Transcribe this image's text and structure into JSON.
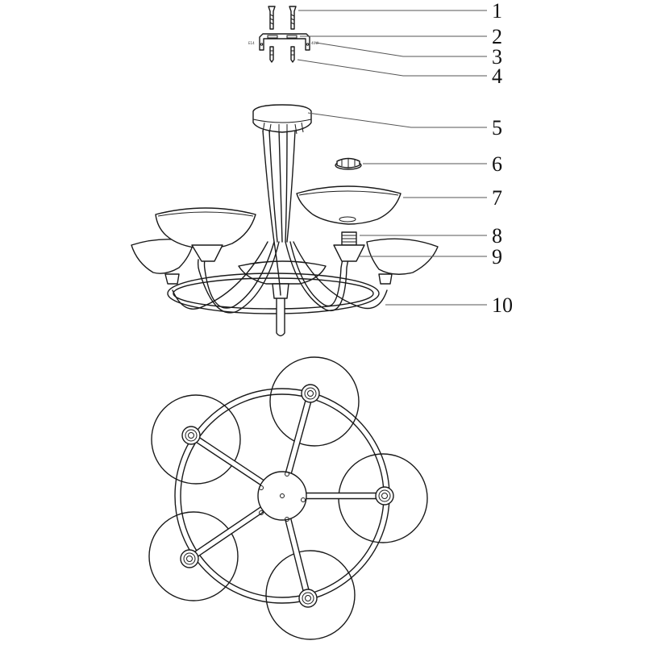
{
  "callouts": [
    {
      "label": "1",
      "part": "screw"
    },
    {
      "label": "2",
      "part": "mounting-bracket"
    },
    {
      "label": "3",
      "part": "bracket-screw"
    },
    {
      "label": "4",
      "part": "wall-plug"
    },
    {
      "label": "5",
      "part": "ceiling-canopy"
    },
    {
      "label": "6",
      "part": "shade-ring-nut"
    },
    {
      "label": "7",
      "part": "glass-shade"
    },
    {
      "label": "8",
      "part": "lamp-socket"
    },
    {
      "label": "9",
      "part": "socket-cup"
    },
    {
      "label": "10",
      "part": "frame-ring"
    }
  ],
  "bracket_labels": {
    "left": "E14",
    "right": "40W"
  },
  "colors": {
    "line": "#1a1a1a",
    "background": "#ffffff"
  }
}
